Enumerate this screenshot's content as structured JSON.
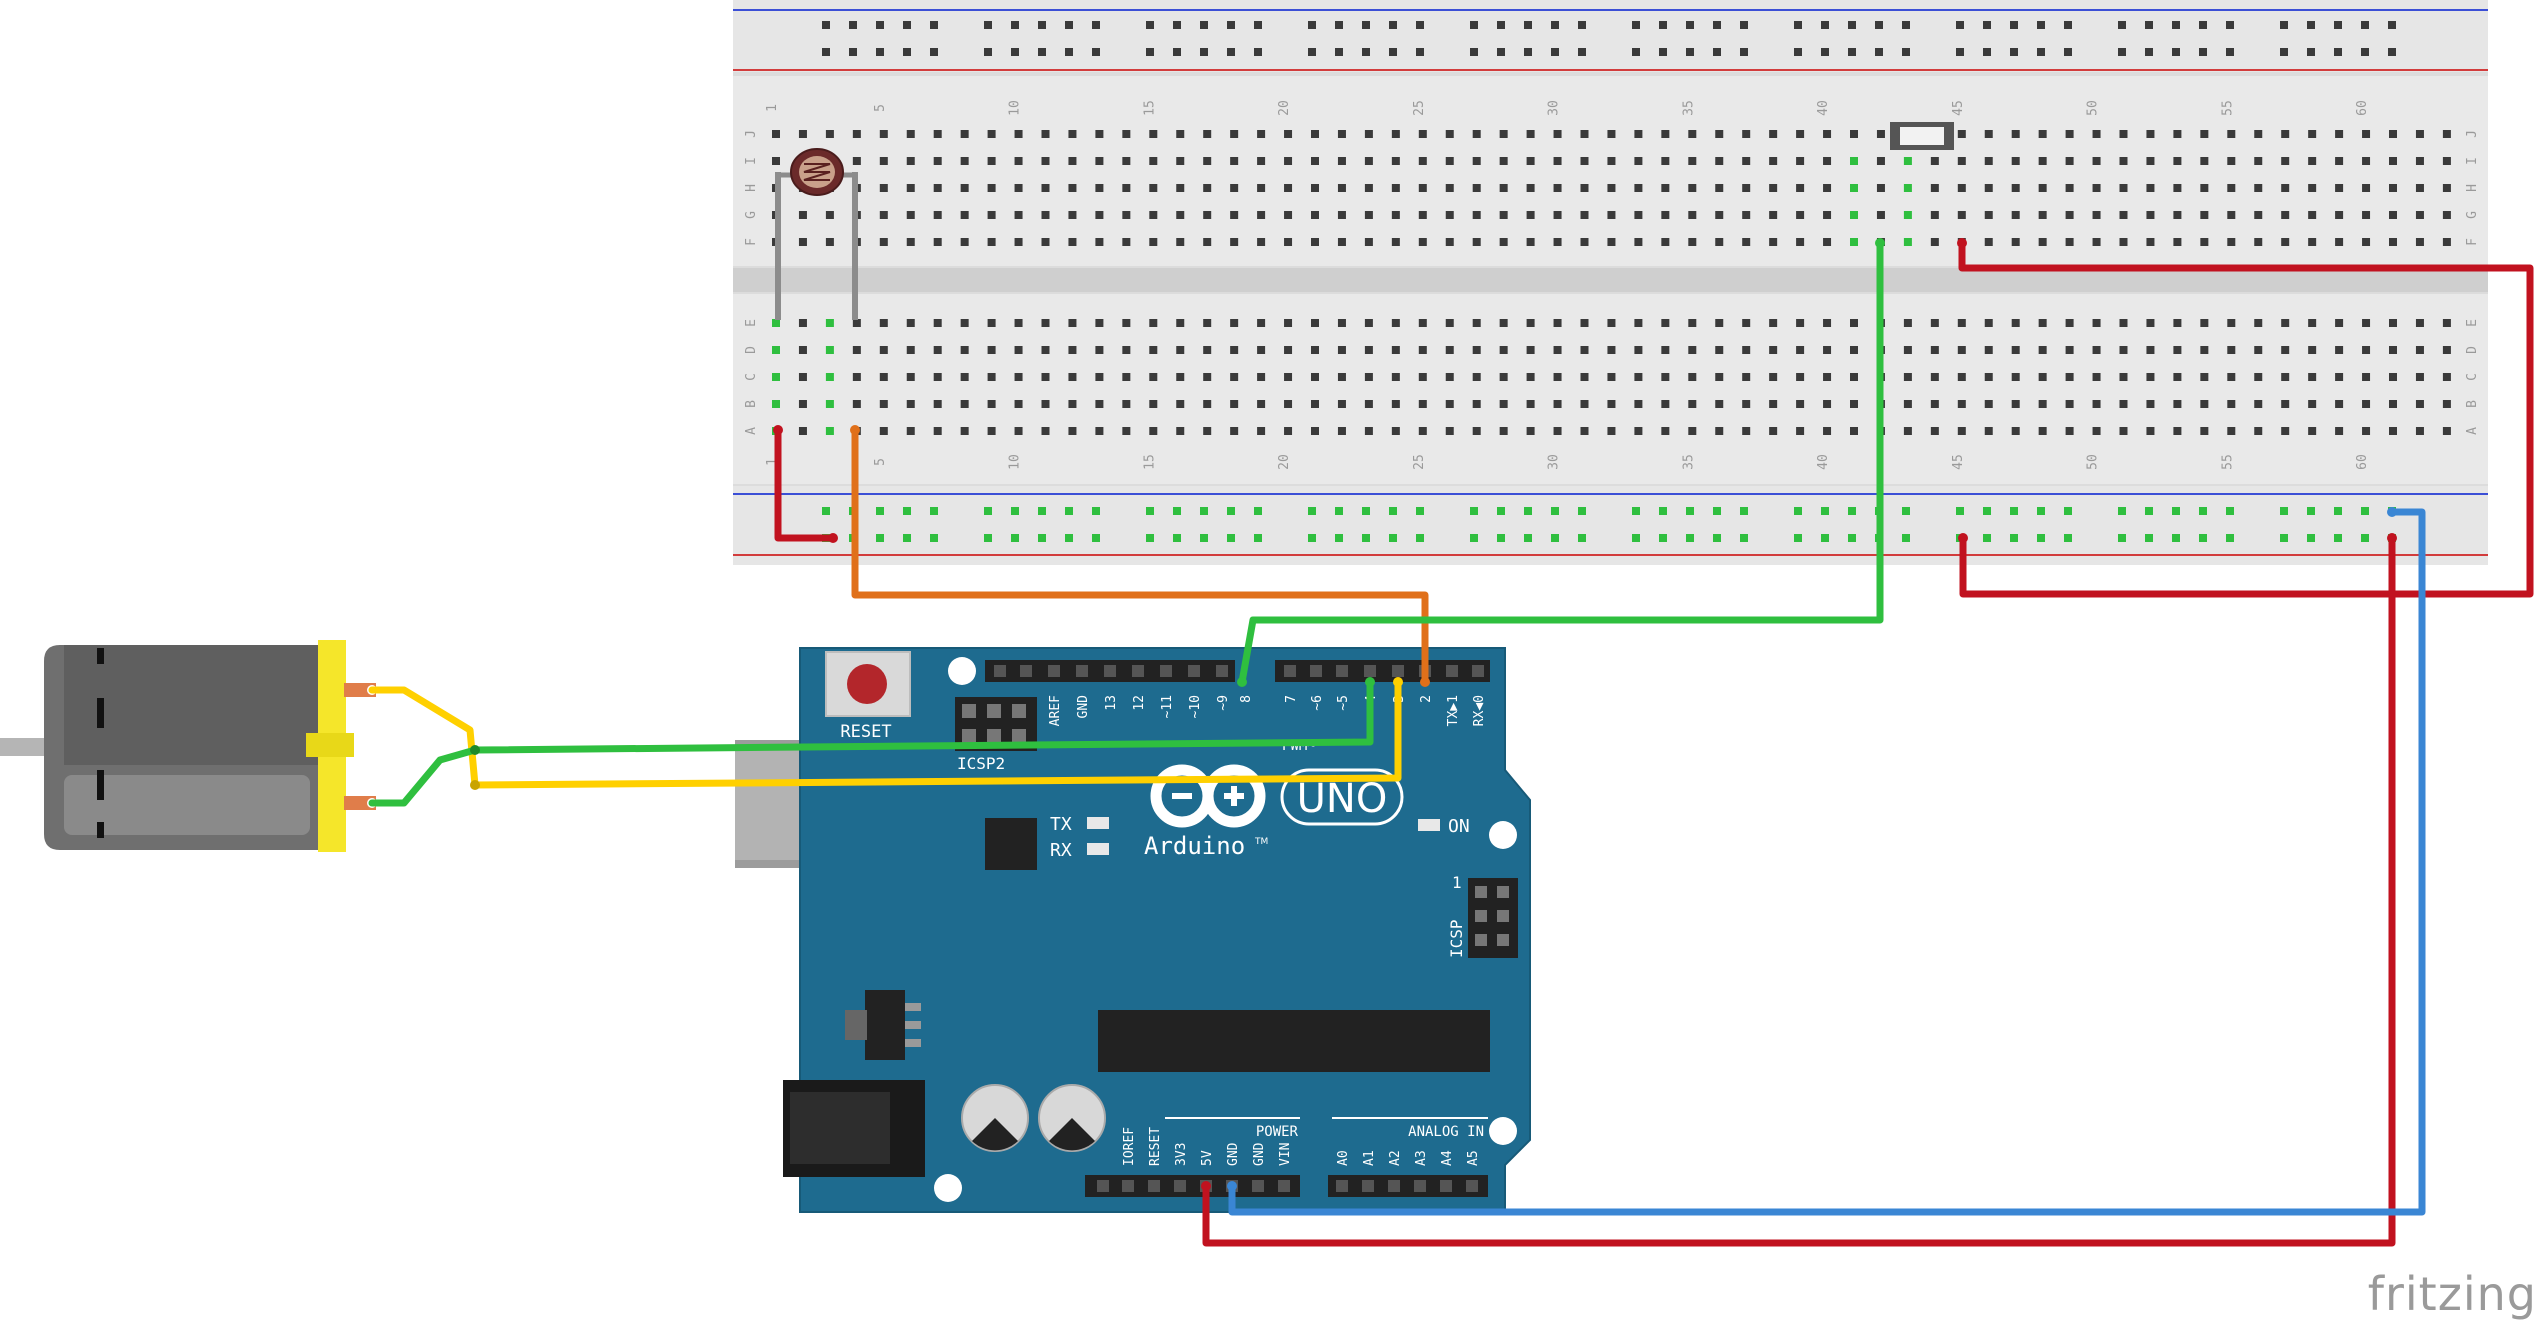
{
  "breadboard": {
    "row_letters_top": [
      "J",
      "I",
      "H",
      "G",
      "F"
    ],
    "row_letters_bottom": [
      "E",
      "D",
      "C",
      "B",
      "A"
    ],
    "column_numbers": [
      "1",
      "5",
      "10",
      "15",
      "20",
      "25",
      "30",
      "35",
      "40",
      "45",
      "50",
      "55",
      "60"
    ]
  },
  "arduino": {
    "reset_label": "RESET",
    "icsp2_label": "ICSP2",
    "logo_text": "UNO",
    "brand_text": "Arduino",
    "tm_mark": "TM",
    "tx_label": "TX",
    "rx_label": "RX",
    "on_label": "ON",
    "icsp_label": "ICSP",
    "icsp_pin1": "1",
    "power_label": "POWER",
    "analog_label": "ANALOG IN",
    "digital_pins": [
      "AREF",
      "GND",
      "13",
      "12",
      "~11",
      "~10",
      "~9",
      "8",
      "7",
      "~6",
      "~5",
      "4",
      "~3",
      "2",
      "TX▶1",
      "RX◀0"
    ],
    "power_pins": [
      "IOREF",
      "RESET",
      "3V3",
      "5V",
      "GND",
      "GND",
      "VIN"
    ],
    "analog_pins": [
      "A0",
      "A1",
      "A2",
      "A3",
      "A4",
      "A5"
    ],
    "pwm_label": "PWM~"
  },
  "wire_colors": {
    "red": "#c1121f",
    "green": "#2fbf3f",
    "yellow": "#ffd000",
    "orange": "#e0701a",
    "blue": "#3a86d4"
  },
  "watermark": "fritzing"
}
